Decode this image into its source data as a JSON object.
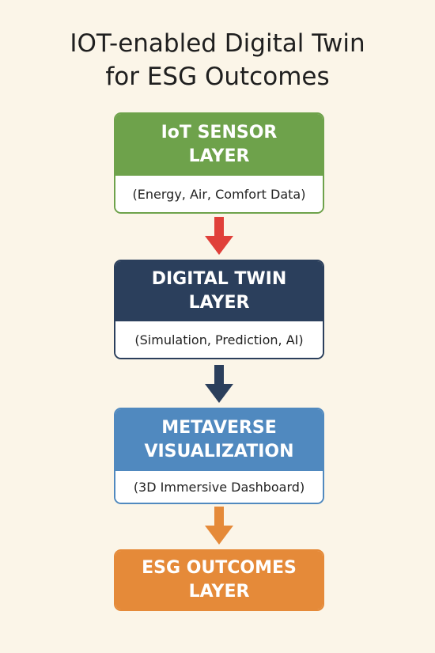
{
  "title": {
    "line1": "IOT-enabled Digital Twin",
    "line2": "for ESG Outcomes"
  },
  "layers": {
    "iot": {
      "title_line1": "IoT SENSOR",
      "title_line2": "LAYER",
      "subtitle": "(Energy, Air, Comfort Data)",
      "color": "#6ea24b"
    },
    "twin": {
      "title_line1": "DIGITAL TWIN",
      "title_line2": "LAYER",
      "subtitle": "(Simulation, Prediction, AI)",
      "color": "#2b3f5c"
    },
    "meta": {
      "title_line1": "METAVERSE",
      "title_line2": "VISUALIZATION",
      "subtitle": "(3D Immersive Dashboard)",
      "color": "#5089bf"
    },
    "esg": {
      "title_line1": "ESG OUTCOMES",
      "title_line2": "LAYER",
      "color": "#e58a39"
    }
  },
  "arrows": [
    {
      "icon": "down-arrow-icon",
      "color": "#e0403a"
    },
    {
      "icon": "down-arrow-icon",
      "color": "#2b3f5c"
    },
    {
      "icon": "down-arrow-icon",
      "color": "#e58a39"
    }
  ]
}
